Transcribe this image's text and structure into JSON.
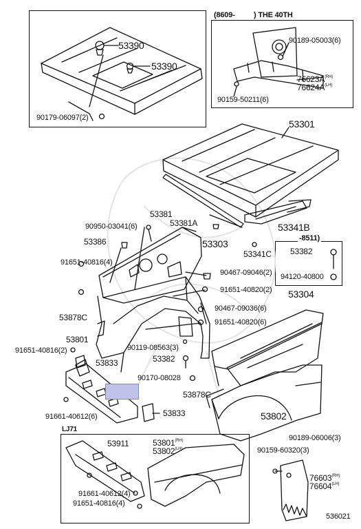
{
  "labels": {
    "p53390_a": "53390",
    "p53390_b": "53390",
    "p90179": "90179-06097(2)",
    "date_range": "(8609-",
    "edition": ") THE 40TH",
    "p90189_05003": "90189-05003(6)",
    "p76623A": "76623A",
    "p76624A": "76624A",
    "rh1": "(RH)",
    "lh1": "(LH)",
    "p90159_50211": "90159-50211(6)",
    "p53301": "53301",
    "p53381": "53381",
    "p53381A": "53381A",
    "p53341B": "53341B",
    "p90950": "90950-03041(6)",
    "p53386": "53386",
    "p53303": "53303",
    "p8511": "-8511)",
    "p91651_40816_4": "91651-40816(4)",
    "p53341C": "53341C",
    "p53382_r": "53382",
    "p90467_09046": "90467-09046(2)",
    "p94120": "94120-40800",
    "p91651_40820_2": "91651-40820(2)",
    "p53304": "53304",
    "p53878C_a": "53878C",
    "p90467_09036": "90467-09036(6)",
    "p91651_40820_6": "91651-40820(6)",
    "p53801": "53801",
    "p91651_40816_2": "91651-40816(2)",
    "p90119": "90119-08563(3)",
    "p53833_a": "53833",
    "p53382_c": "53382",
    "p90170": "90170-08028",
    "p53878C_b": "53878C",
    "p91661_40612_6": "91661-40612(6)",
    "p53833_b": "53833",
    "p53802": "53802",
    "lj71": "LJ71",
    "p53911": "53911",
    "p53801b": "53801",
    "p53802b": "53802",
    "rh2": "(RH)",
    "lh2": "(LH)",
    "p90189_06006": "90189-06006(3)",
    "p90159_60320": "90159-60320(3)",
    "p91661_40612_4": "91661-40612(4)",
    "p91651_40816_4b": "91651-40816(4)",
    "p76603": "76603",
    "p76604": "76604",
    "rh3": "(RH)",
    "lh3": "(LH)",
    "figure_id": "536021"
  }
}
